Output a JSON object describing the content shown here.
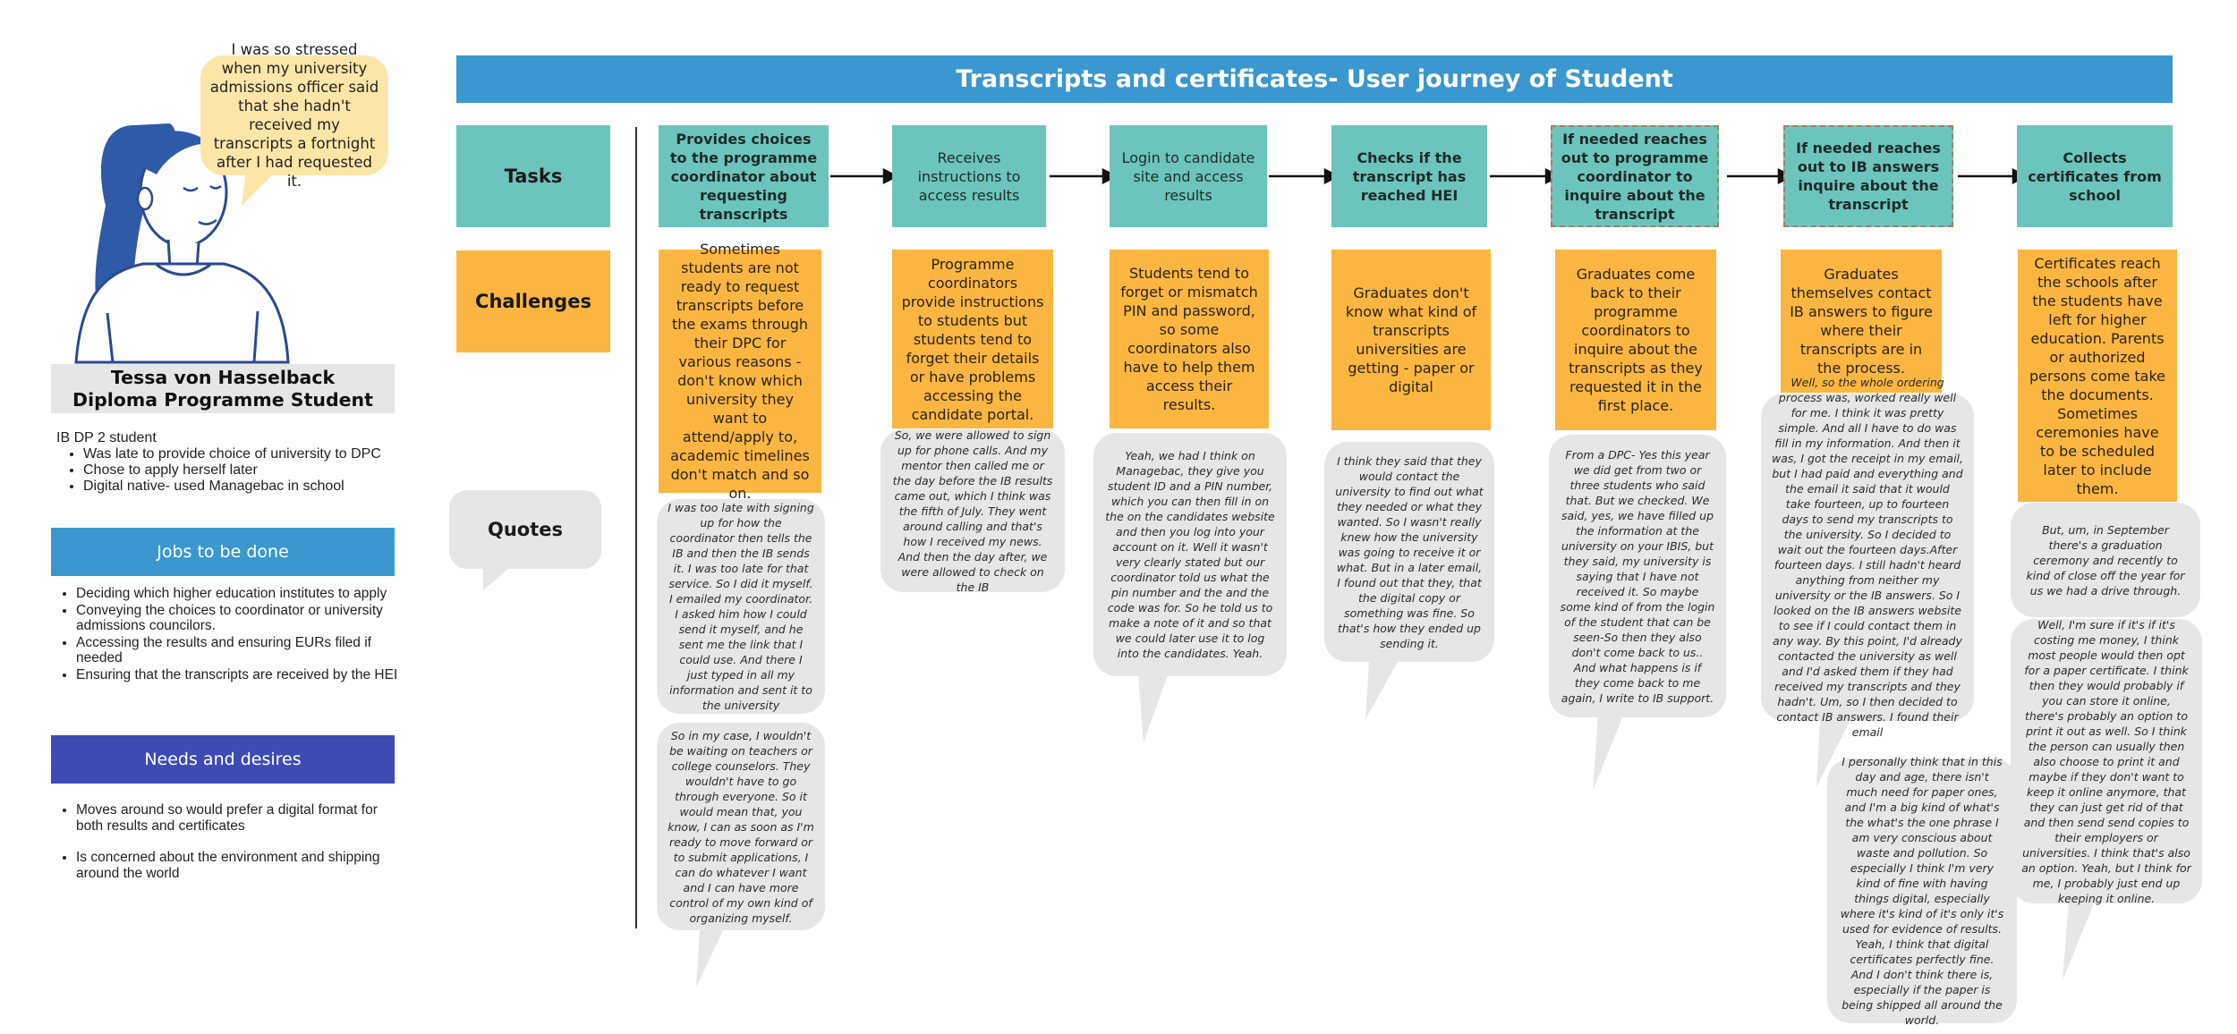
{
  "title": "Transcripts and certificates- User journey of Student",
  "persona": {
    "quote": "I was so stressed when my university admissions officer said that she hadn't received my transcripts a fortnight after I had requested it.",
    "name_line1": "Tessa von Hasselback",
    "name_line2": "Diploma Programme Student",
    "intro": "IB DP 2 student",
    "facts": [
      "Was late to provide choice of university to DPC",
      "Chose to apply herself later",
      "Digital native- used Managebac in school"
    ]
  },
  "jobs": {
    "heading": "Jobs to be done",
    "items": [
      "Deciding which higher education institutes to apply",
      "Conveying the choices to coordinator or university admissions councilors.",
      "Accessing the results and ensuring EURs filed if needed",
      "Ensuring that the transcripts are received by the HEI"
    ]
  },
  "needs": {
    "heading": "Needs and desires",
    "items": [
      "Moves around so would prefer a digital format for both results and certificates",
      "Is concerned about the environment and shipping around the world"
    ]
  },
  "rows": {
    "tasks": "Tasks",
    "challenges": "Challenges",
    "quotes": "Quotes"
  },
  "tasks": [
    "Provides choices to the programme coordinator about requesting transcripts",
    "Receives instructions to access results",
    "Login to candidate site and access results",
    "Checks if the transcript has reached HEI",
    "If needed reaches out to programme coordinator to inquire about the transcript",
    "If needed reaches out to IB answers inquire about the transcript",
    "Collects certificates from school"
  ],
  "challenges": [
    "Sometimes students are not ready to request transcripts before the exams through their DPC for various reasons -don't know which university they want to attend/apply to, academic timelines don't match and so on.",
    "Programme coordinators provide instructions to students but students tend to forget their details or have problems accessing the candidate portal.",
    "Students tend to forget or mismatch PIN and password, so some coordinators also have to help them access their results.",
    "Graduates don't know what kind of transcripts universities are getting - paper or digital",
    "Graduates come back to their programme coordinators to inquire about the transcripts as they requested it in the first place.",
    "Graduates themselves contact IB answers to figure where their transcripts are in the process.",
    "Certificates reach the schools after the students have left for higher education. Parents or authorized persons come take the documents. Sometimes ceremonies have to be scheduled later to include them."
  ],
  "quotes": [
    "I was too late with signing up for how the coordinator then tells the IB and then the IB sends it. I was too late for that service. So I did it myself. I emailed my coordinator. I asked him how I could send it myself, and he sent me the link that I could use. And there I just typed in all my information and sent it to the university",
    "So in my case, I wouldn't be waiting on teachers or college counselors. They wouldn't have to go through everyone. So it would mean that, you know, I can as soon as I'm ready to move forward or to submit applications, I can do whatever I want and I can have more control of my own kind of organizing myself.",
    "So, we were allowed to sign up for phone calls. And my mentor then called me or the day before the IB results came out, which I think was the fifth of July. They went around calling and that's how I received my news. And then the day after, we were allowed to check on the IB",
    "Yeah, we had I think on Managebac, they give you student ID and a PIN number, which you can then fill in on the on the candidates website and then you log into your account on it. Well it wasn't very clearly stated but our coordinator told us what the pin number and the and the code was for. So he told us to make a note of it and so that we could later use it to log into the candidates. Yeah.",
    "I think they said that they would contact the university to find out what they needed or what they wanted. So I wasn't really knew how the university was going to receive it or what. But in a later email, I found out that they, that the digital copy or something was fine. So that's how they ended up sending it.",
    "From a DPC- Yes this year we did get from two or three students who said that. But we checked. We said, yes, we have filled up the information at the university on your IBIS, but they said, my university is saying that I have not received it. So maybe some kind of from the login of the student that can be seen-So then they also don't come back to us.. And what happens is if they come back to me again, I write to IB support.",
    "Well, so the whole ordering process was, worked really well for me. I think it was pretty simple. And all I have to do was fill in my information. And then it was, I got the receipt in my email, but I had paid and everything and the email it said that it would take fourteen, up to fourteen days to send my transcripts to the university. So I decided to wait out the fourteen days.After fourteen days. I still hadn't heard anything from neither my university or the IB answers. So I looked on the IB answers website to see if I could contact them in any way. By this point, I'd already contacted the university as well and I'd asked them if they had received my transcripts and they hadn't. Um, so I then decided to contact IB answers. I found their email",
    "I personally think that in this day and age, there isn't much need for paper ones, and I'm a big kind of what's the what's the one phrase I am very conscious about waste and pollution. So especially I think I'm very kind of fine with having things digital, especially where it's kind of it's only it's used for evidence of results. Yeah, I think that digital certificates perfectly fine. And I don't think there is, especially if the paper is being shipped all around the world.",
    "But, um, in September there's a graduation ceremony and recently to kind of close off the year for us we had a drive through.",
    "Well, I'm sure if it's if it's costing me money, I think most people would then opt for a paper certificate. I think then they would probably if you can store it online, there's probably an option to print it out as well. So I think the person can usually then also choose to print it and maybe if they don't want to keep it online anymore, that they can just get rid of that and then send send copies to their employers or universities. I think that's also an option. Yeah, but I think for me, I probably just end up keeping it online."
  ],
  "colors": {
    "title_blue": "#3a97cf",
    "task_teal": "#6cc5bd",
    "challenge_orange": "#fbb642",
    "quote_gray": "#e6e6e6",
    "jobs_blue": "#3a97cf",
    "needs_indigo": "#3e4bb5",
    "speech_yellow": "#fbe6a8"
  }
}
